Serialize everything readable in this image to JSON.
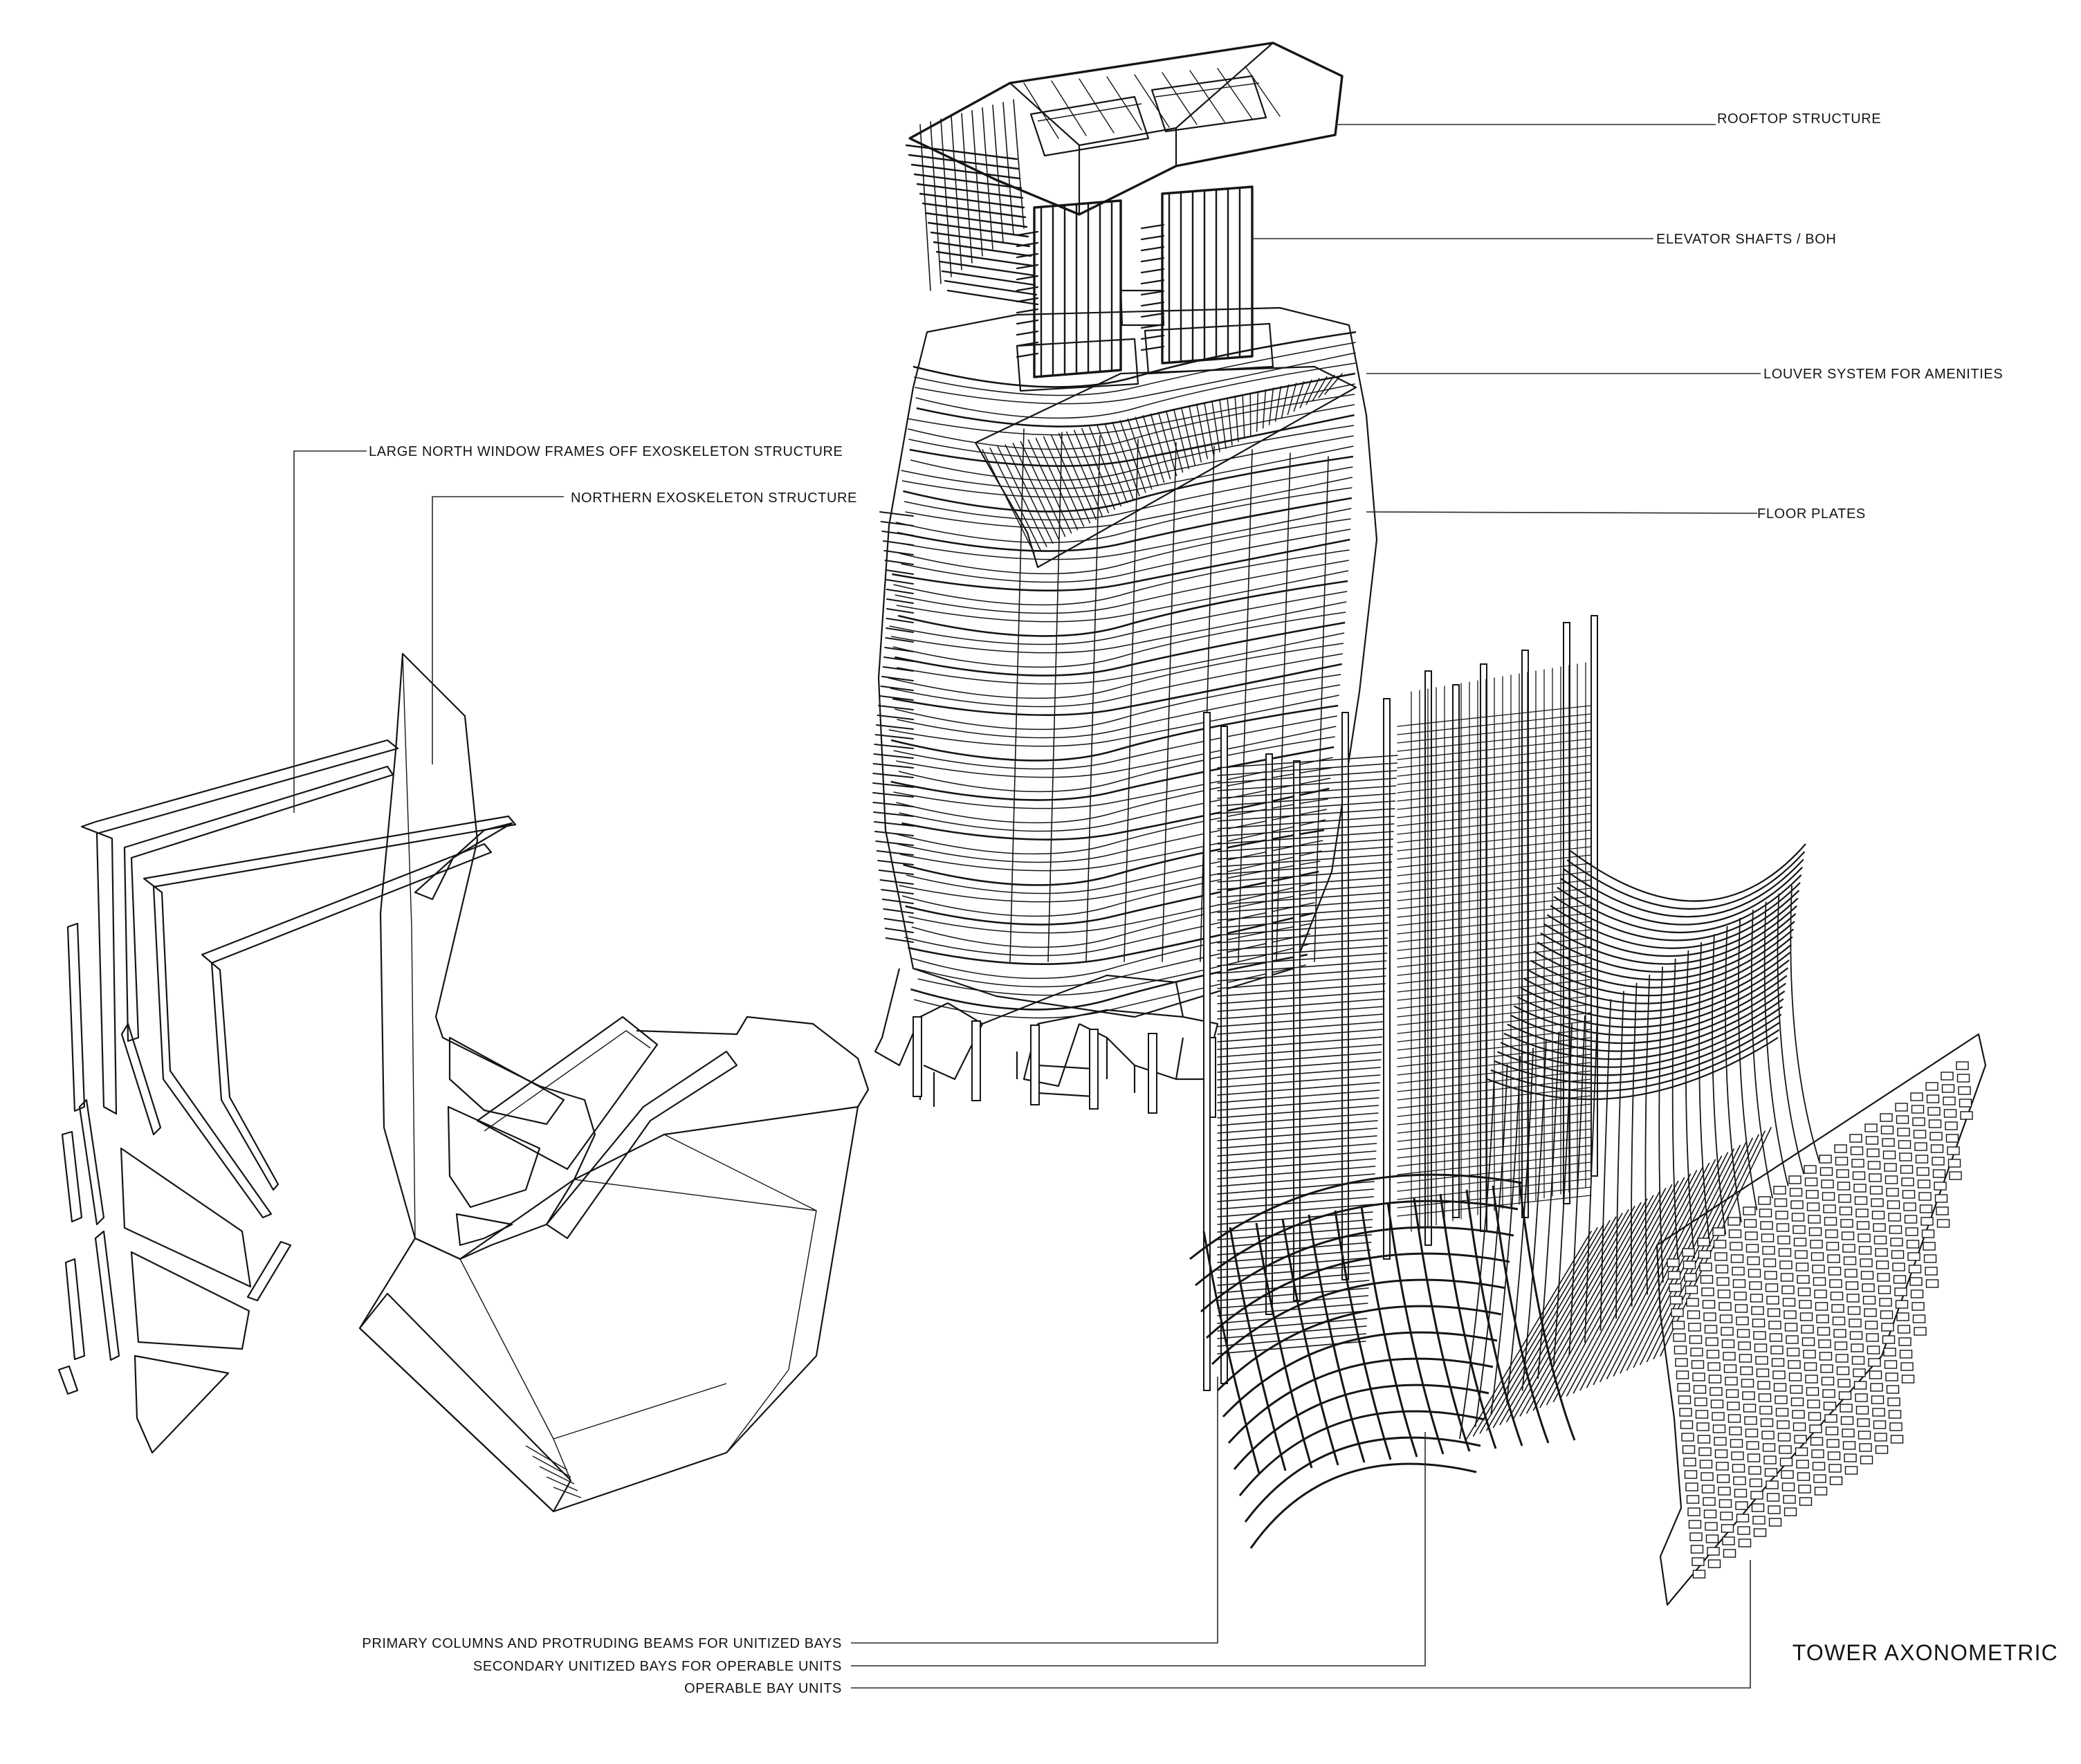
{
  "title": "TOWER AXONOMETRIC",
  "labels": {
    "rooftop": "ROOFTOP STRUCTURE",
    "elevator": "ELEVATOR SHAFTS / BOH",
    "louver": "LOUVER SYSTEM FOR AMENITIES",
    "floor_plates": "FLOOR PLATES",
    "north_window": "LARGE NORTH WINDOW  FRAMES OFF EXOSKELETON STRUCTURE",
    "north_exo": "NORTHERN EXOSKELETON STRUCTURE",
    "primary_columns": "PRIMARY COLUMNS AND PROTRUDING BEAMS FOR UNITIZED BAYS",
    "secondary_bays": "SECONDARY UNITIZED BAYS FOR OPERABLE UNITS",
    "operable_units": "OPERABLE BAY UNITS"
  },
  "colors": {
    "ink": "#151515",
    "shade_light": "#f2f2f2",
    "shade_dark": "#9a9a9a",
    "background": "#ffffff"
  }
}
